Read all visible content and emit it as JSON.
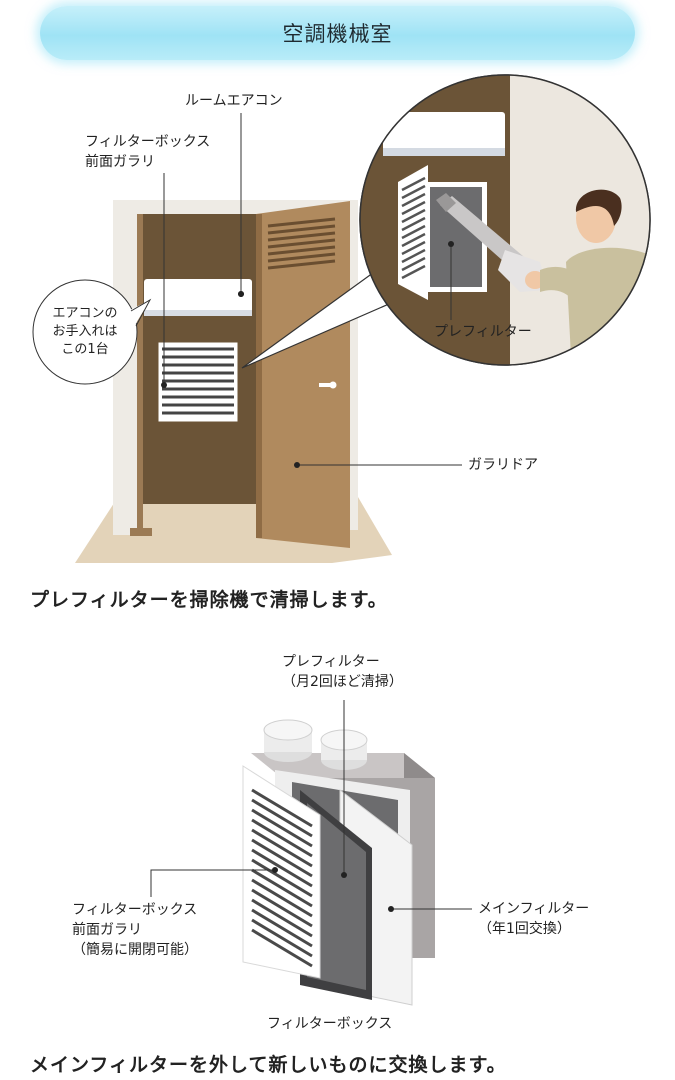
{
  "title": "空調機械室",
  "scene1": {
    "room_aircon": "ルームエアコン",
    "filterbox_grille": [
      "フィルターボックス",
      "前面ガラリ"
    ],
    "bubble": [
      "エアコンの",
      "お手入れは",
      "この1台"
    ],
    "prefilter": "プレフィルター",
    "louver_door": "ガラリドア"
  },
  "caption1": "プレフィルターを掃除機で清掃します。",
  "scene2": {
    "prefilter": [
      "プレフィルター",
      "（月2回ほど清掃）"
    ],
    "front_grille": [
      "フィルターボックス",
      "前面ガラリ",
      "（簡易に開閉可能）"
    ],
    "main_filter": [
      "メインフィルター",
      "（年1回交換）"
    ],
    "filter_box": "フィルターボックス"
  },
  "caption2": "メインフィルターを外して新しいものに交換します。",
  "colors": {
    "title_bg": "#a8e6f6",
    "room_dark": "#6b5437",
    "door": "#b08a5e",
    "floor": "#e3d2b8",
    "wall": "#ece7df"
  }
}
